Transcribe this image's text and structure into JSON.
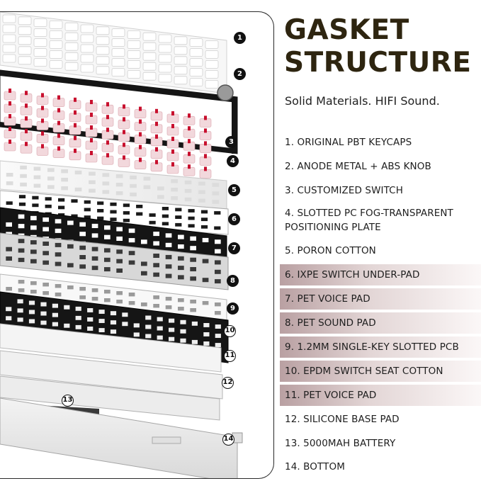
{
  "title": {
    "line1": "GASKET",
    "line2": "STRUCTURE"
  },
  "subtitle": "Solid Materials. HIFI Sound.",
  "features": [
    {
      "text": "1. ORIGINAL PBT KEYCAPS",
      "highlight": false
    },
    {
      "text": "2. ANODE METAL + ABS KNOB",
      "highlight": false
    },
    {
      "text": "3. CUSTOMIZED SWITCH",
      "highlight": false
    },
    {
      "text": "4. SLOTTED PC FOG-TRANSPARENT",
      "text2": "POSITIONING PLATE",
      "highlight": false
    },
    {
      "text": "5. PORON COTTON",
      "highlight": false
    },
    {
      "text": "6. IXPE SWITCH UNDER-PAD",
      "highlight": true
    },
    {
      "text": "7. PET VOICE PAD",
      "highlight": true
    },
    {
      "text": "8. PET SOUND PAD",
      "highlight": true
    },
    {
      "text": "9. 1.2MM SINGLE-KEY SLOTTED PCB",
      "highlight": true
    },
    {
      "text": "10. EPDM SWITCH SEAT COTTON",
      "highlight": true
    },
    {
      "text": "11. PET VOICE PAD",
      "highlight": true
    },
    {
      "text": "12. SILICONE BASE PAD",
      "highlight": false
    },
    {
      "text": "13. 5000MAH BATTERY",
      "highlight": false
    },
    {
      "text": "14. BOTTOM",
      "highlight": false
    }
  ],
  "layer_numbers": [
    "1",
    "2",
    "3",
    "4",
    "5",
    "6",
    "7",
    "8",
    "9",
    "10",
    "11",
    "12",
    "13",
    "14"
  ],
  "colors": {
    "title": "#2e2510",
    "highlight": "#b9a0a2",
    "switch_red": "#c8102e",
    "dark_layer": "#151515",
    "light_layer": "#f4f4f4"
  },
  "icons": [
    "keycap-layer-icon",
    "knob-icon",
    "switch-icon",
    "battery-icon"
  ]
}
